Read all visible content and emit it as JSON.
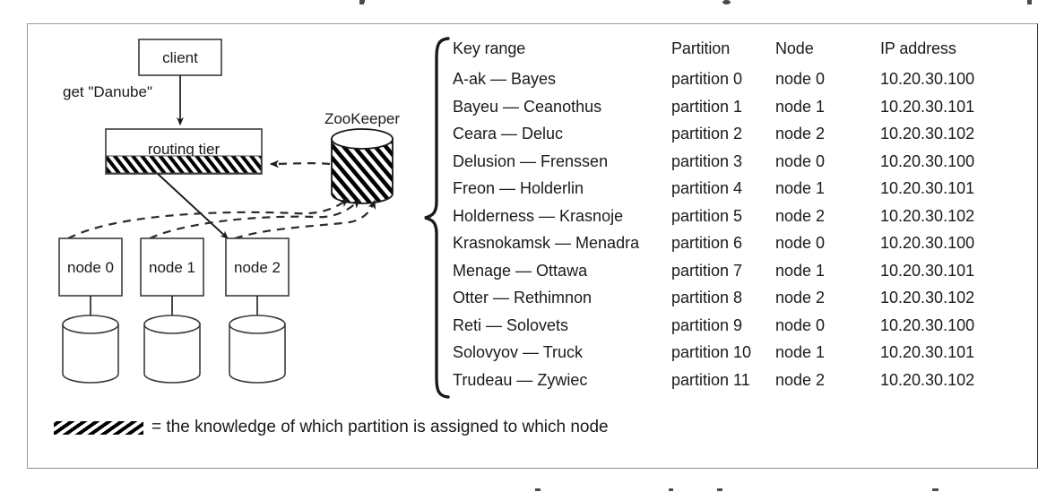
{
  "figure": {
    "diagram": {
      "client_box": "client",
      "request_label": "get \"Danube\"",
      "routing_box": "routing tier",
      "zookeeper_label": "ZooKeeper",
      "nodes": [
        "node 0",
        "node 1",
        "node 2"
      ]
    },
    "table": {
      "headers": {
        "key_range": "Key range",
        "partition": "Partition",
        "node": "Node",
        "ip_address": "IP address"
      },
      "rows": [
        {
          "key_range": "A-ak — Bayes",
          "partition": "partition 0",
          "node": "node 0",
          "ip": "10.20.30.100"
        },
        {
          "key_range": "Bayeu — Ceanothus",
          "partition": "partition 1",
          "node": "node 1",
          "ip": "10.20.30.101"
        },
        {
          "key_range": "Ceara — Deluc",
          "partition": "partition 2",
          "node": "node 2",
          "ip": "10.20.30.102"
        },
        {
          "key_range": "Delusion — Frenssen",
          "partition": "partition 3",
          "node": "node 0",
          "ip": "10.20.30.100"
        },
        {
          "key_range": "Freon — Holderlin",
          "partition": "partition 4",
          "node": "node 1",
          "ip": "10.20.30.101"
        },
        {
          "key_range": "Holderness — Krasnoje",
          "partition": "partition 5",
          "node": "node 2",
          "ip": "10.20.30.102"
        },
        {
          "key_range": "Krasnokamsk — Menadra",
          "partition": "partition 6",
          "node": "node 0",
          "ip": "10.20.30.100"
        },
        {
          "key_range": "Menage — Ottawa",
          "partition": "partition 7",
          "node": "node 1",
          "ip": "10.20.30.101"
        },
        {
          "key_range": "Otter — Rethimnon",
          "partition": "partition 8",
          "node": "node 2",
          "ip": "10.20.30.102"
        },
        {
          "key_range": "Reti — Solovets",
          "partition": "partition 9",
          "node": "node 0",
          "ip": "10.20.30.100"
        },
        {
          "key_range": "Solovyov — Truck",
          "partition": "partition 10",
          "node": "node 1",
          "ip": "10.20.30.101"
        },
        {
          "key_range": "Trudeau — Zywiec",
          "partition": "partition 11",
          "node": "node 2",
          "ip": "10.20.30.102"
        }
      ]
    },
    "legend": {
      "equals_text": "= the knowledge of which partition is assigned to which node"
    },
    "colors": {
      "ink": "#1a1a1a",
      "frame_border": "#9a9a9a",
      "hatch": "#000000",
      "paper": "#ffffff"
    }
  }
}
